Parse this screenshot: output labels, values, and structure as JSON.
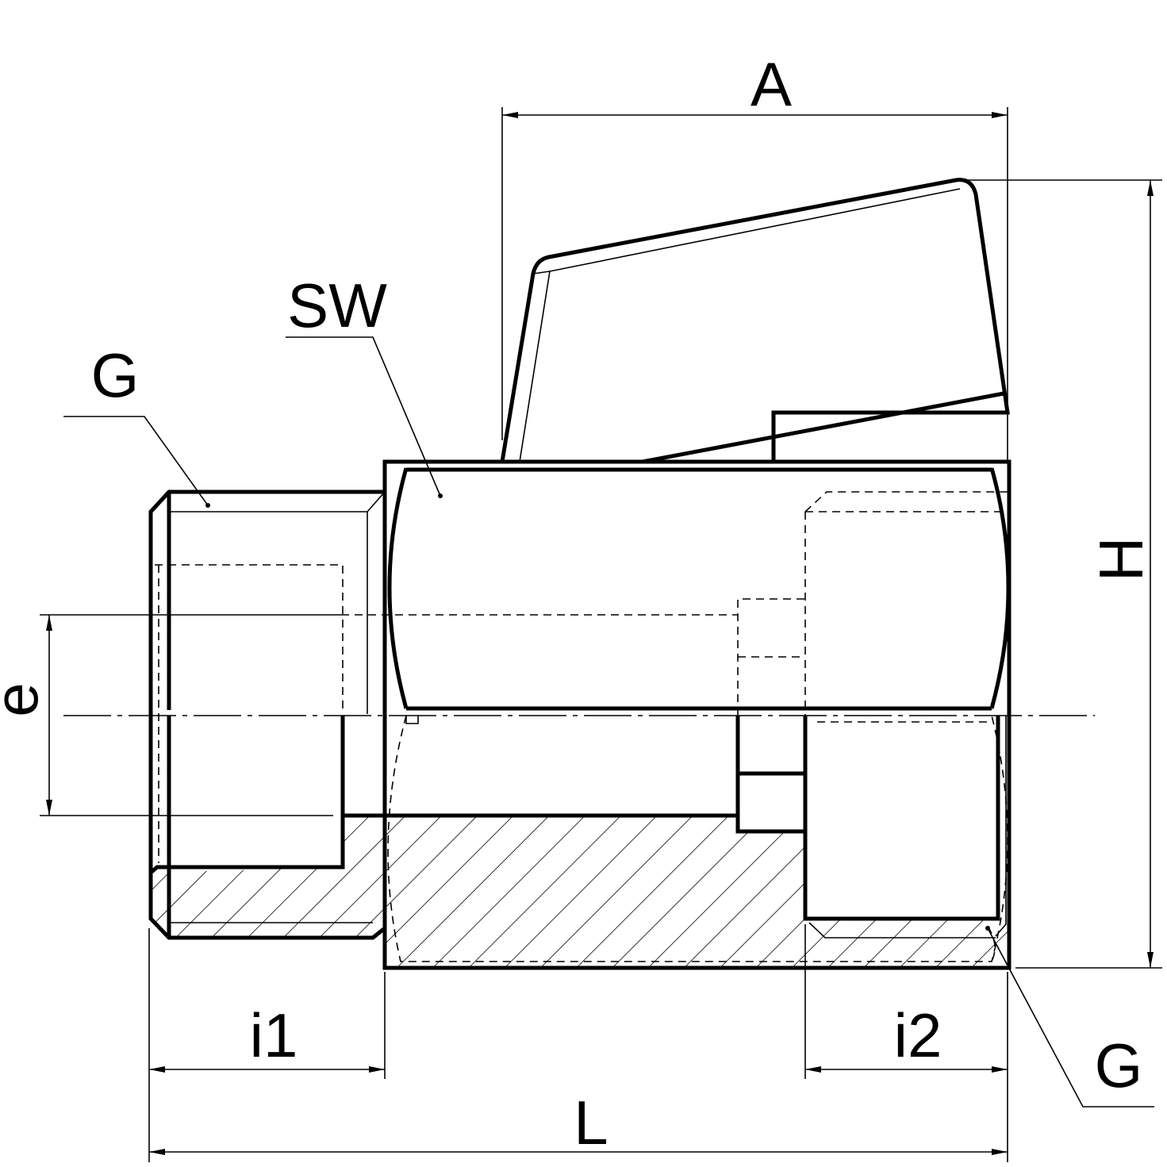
{
  "drawing": {
    "labels": {
      "A": "A",
      "H": "H",
      "SW": "SW",
      "G_left": "G",
      "G_right": "G",
      "e": "e",
      "i1": "i1",
      "i2": "i2",
      "L": "L"
    },
    "colors": {
      "line": "#000000",
      "background": "#ffffff"
    }
  }
}
